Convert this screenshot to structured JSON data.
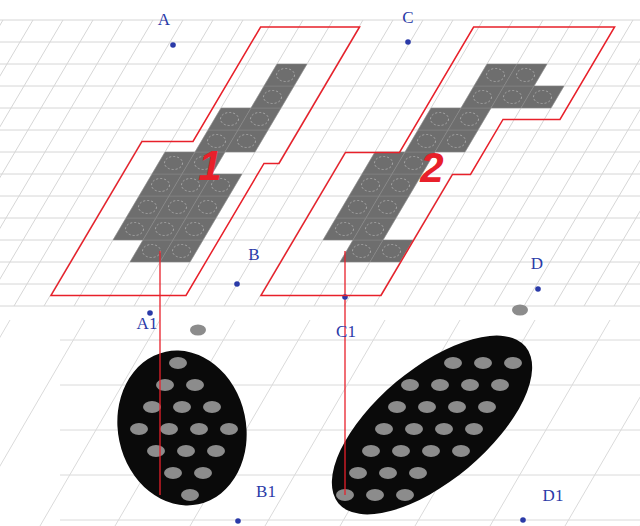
{
  "diagram": {
    "nodes": [
      {
        "text": [
          "1"
        ]
      },
      {
        "text": [
          "2"
        ]
      }
    ],
    "labels": [
      "A",
      "C",
      "B",
      "D",
      "A1",
      "C1",
      "B1",
      "D1"
    ]
  }
}
